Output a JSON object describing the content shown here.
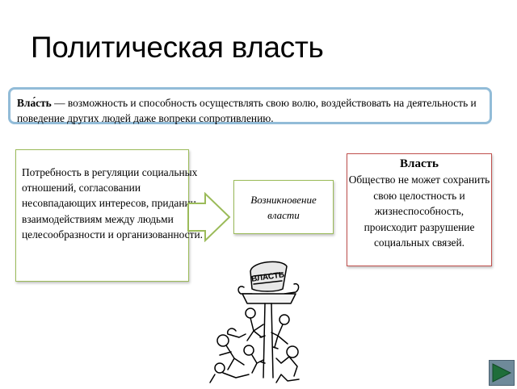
{
  "slide": {
    "title": "Политическая власть"
  },
  "definition": {
    "term": "Вла́сть",
    "text": " — возможность и способность осуществлять свою волю, воздействовать на деятельность и поведение других людей даже вопреки сопротивлению."
  },
  "need_box": {
    "text": "Потребность в регуляции социальных отношений, согласовании несовпадающих интересов, придании взаимодействиям между людьми целесообразности и организованности."
  },
  "emergence_box": {
    "text": "Возникновение власти"
  },
  "power_box": {
    "heading": "Власть",
    "text": "Общество не может сохранить свою целостность и жизнеспособность, происходит разрушение социальных связей."
  },
  "cartoon": {
    "chair_label": "ВЛАСТЬ"
  },
  "colors": {
    "definition_border": "#92bcd8",
    "green_border": "#9bbb59",
    "red_border": "#c0504d",
    "nav_button": "#6f8a9a"
  },
  "icons": {
    "arrow": "right-arrow-outline",
    "nav": "next-slide-triangle-icon"
  }
}
